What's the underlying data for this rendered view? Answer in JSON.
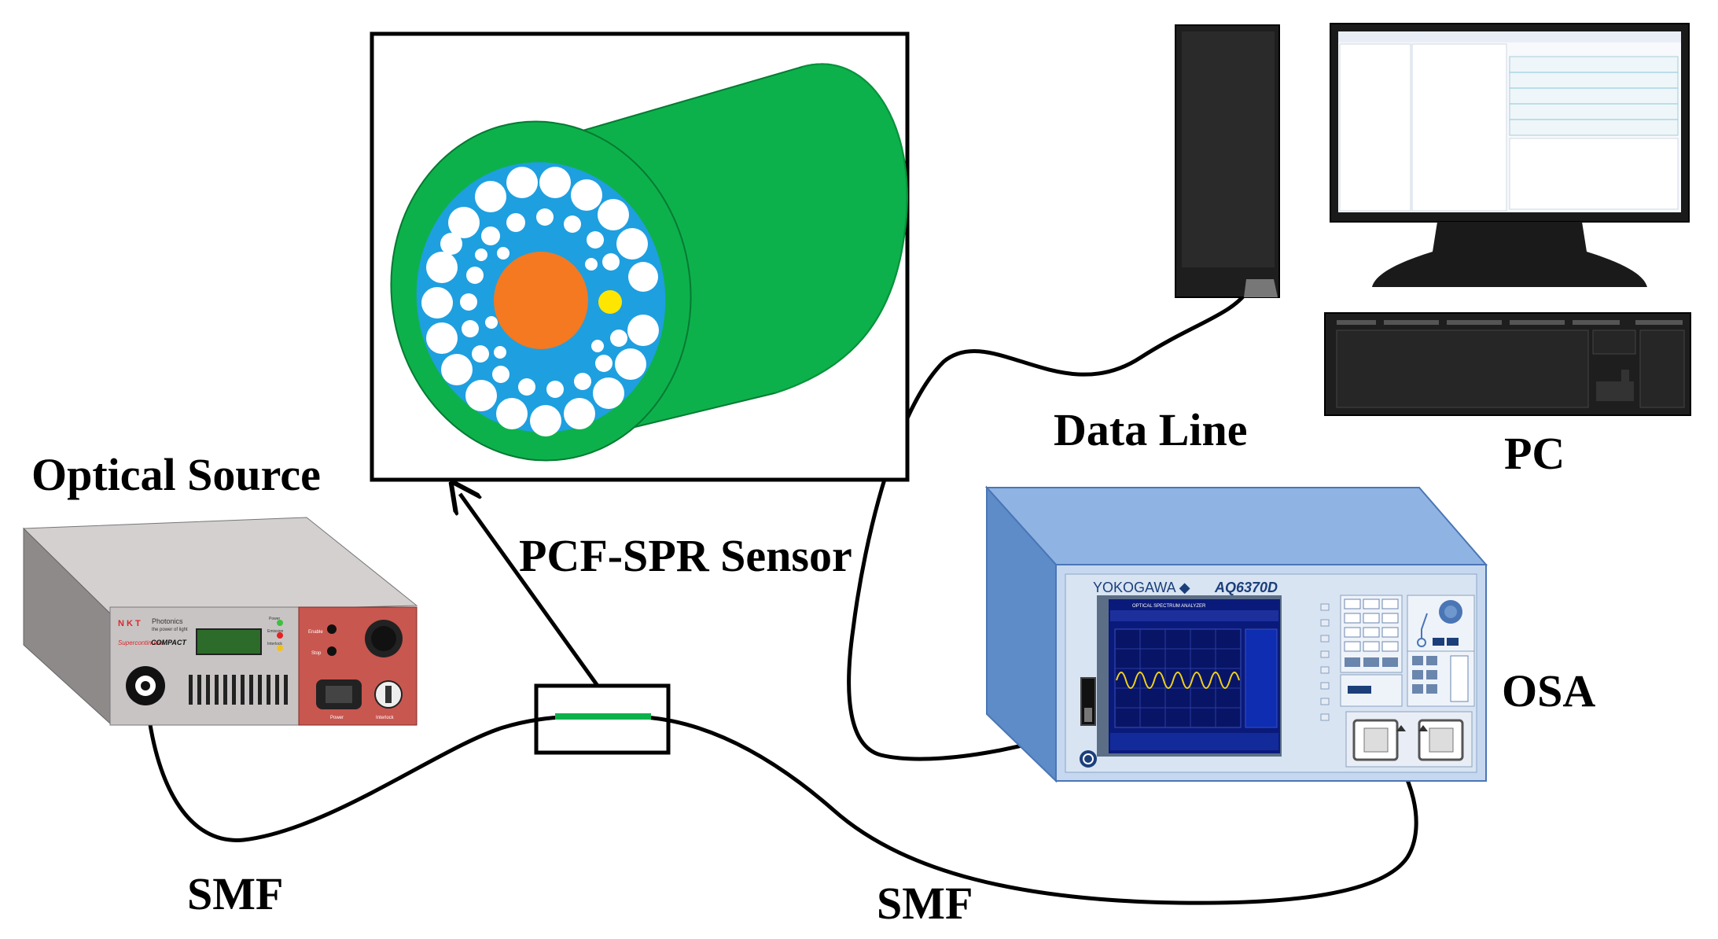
{
  "labels": {
    "optical_source": "Optical Source",
    "pcf_spr_sensor": "PCF-SPR Sensor",
    "data_line": "Data Line",
    "pc": "PC",
    "osa": "OSA",
    "smf_left": "SMF",
    "smf_right": "SMF"
  },
  "source_device": {
    "brand": "N K T",
    "brand_sub": "Photonics",
    "tagline": "the power of light",
    "model_a": "Supercontinuum",
    "model_b": "COMPACT",
    "indicator_1": "Power",
    "indicator_2": "Emission",
    "indicator_3": "Interlock",
    "button_1": "Enable",
    "button_2": "Stop",
    "knob_power": "Power",
    "knob_interlock": "Interlock"
  },
  "osa_device": {
    "brand": "YOKOGAWA ◆",
    "model": "AQ6370D",
    "screen_title": "OPTICAL SPECTRUM ANALYZER"
  },
  "colors": {
    "cladding_green": "#0db14b",
    "air_region_blue": "#1e9fe0",
    "core_orange": "#f47920",
    "gold_channel": "#ffe600",
    "osa_body": "#5d8cc9",
    "source_panel_red": "#c8574f"
  },
  "icons": {
    "arrow": "arrow-up-left-icon",
    "power": "power-icon"
  }
}
